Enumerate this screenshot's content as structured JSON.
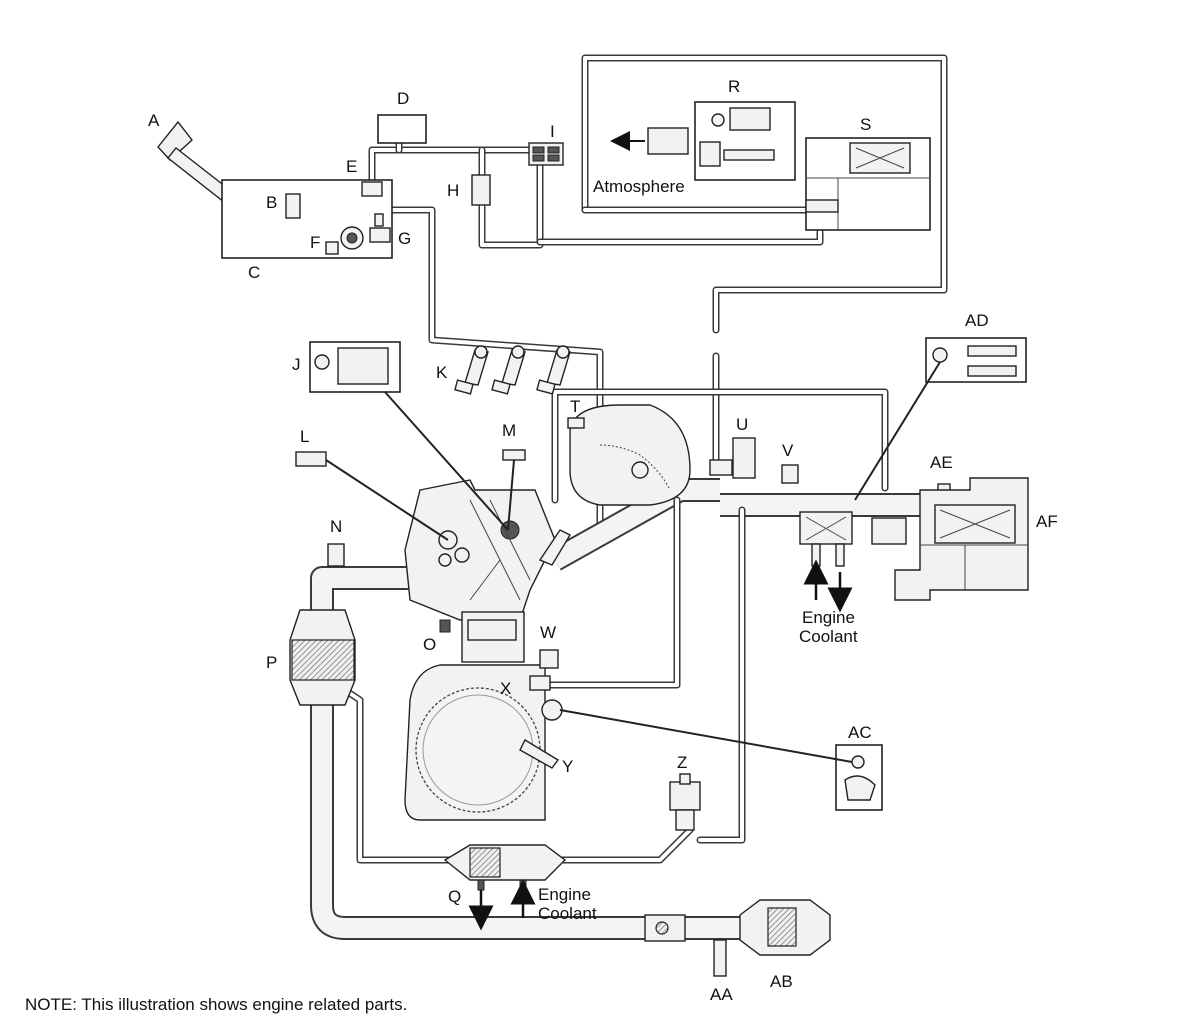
{
  "labels": {
    "A": "A",
    "B": "B",
    "C": "C",
    "D": "D",
    "E": "E",
    "F": "F",
    "G": "G",
    "H": "H",
    "I": "I",
    "J": "J",
    "K": "K",
    "L": "L",
    "M": "M",
    "N": "N",
    "O": "O",
    "P": "P",
    "Q": "Q",
    "R": "R",
    "S": "S",
    "T": "T",
    "U": "U",
    "V": "V",
    "W": "W",
    "X": "X",
    "Y": "Y",
    "Z": "Z",
    "AA": "AA",
    "AB": "AB",
    "AC": "AC",
    "AD": "AD",
    "AE": "AE",
    "AF": "AF"
  },
  "annotations": {
    "atmosphere": "Atmosphere",
    "coolant_intake_1": "Engine",
    "coolant_intake_2": "Coolant",
    "coolant_exhaust_1": "Engine",
    "coolant_exhaust_2": "Coolant"
  },
  "note": "NOTE: This illustration shows engine related parts."
}
